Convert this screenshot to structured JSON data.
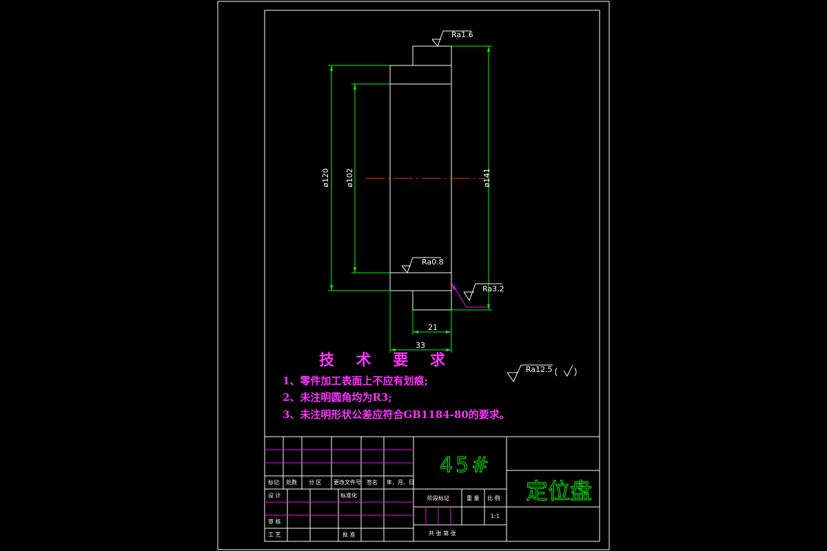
{
  "drawing": {
    "background": "#000000",
    "colors": {
      "border": "#ffffff",
      "dimension": "#00ff00",
      "text": "#ff33ff",
      "centerline": "#ff2a2a"
    },
    "dimensions": {
      "d120": "ø120",
      "d102": "ø102",
      "d141": "ø141",
      "w21": "21",
      "w33": "33"
    },
    "roughness": {
      "top": "Ra1.6",
      "bore": "Ra0.8",
      "chamfer": "Ra3.2",
      "general": "Ra12.5"
    },
    "requirements": {
      "title": "技 术 要 求",
      "items": [
        "1、零件加工表面上不应有划痕;",
        "2、未注明圆角均为R3;",
        "3、未注明形状公差应符合GB1184-80的要求。"
      ]
    },
    "title_block": {
      "material": "45#",
      "part_name": "定位盘",
      "headers": [
        "标记",
        "处数",
        "分 区",
        "更改文件号",
        "签名",
        "年、月、日"
      ],
      "rows": [
        "设 计",
        "审 核",
        "工 艺"
      ],
      "standardize": "标准化",
      "approve": "批 准",
      "stage_mark": "阶段标记",
      "weight": "重 量",
      "scale_label": "比 例",
      "scale_value": "1:1",
      "sheets": "共   张   第   张"
    }
  }
}
